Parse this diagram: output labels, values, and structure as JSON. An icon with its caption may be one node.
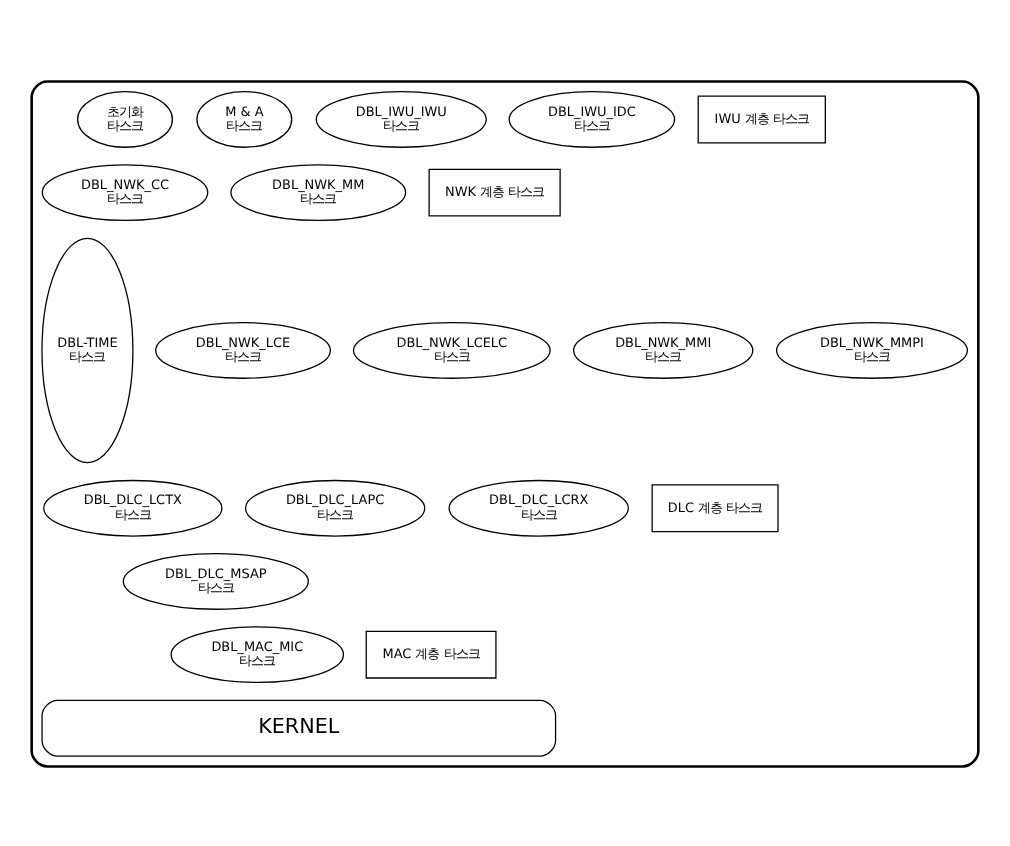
{
  "diagram": {
    "nodes": [
      {
        "text": [],
        "shape": "box"
      },
      {
        "text": [
          "초기화",
          "타스크"
        ],
        "in": 0
      },
      {
        "text": [
          "M & A",
          "타스크"
        ],
        "in": 0
      },
      {
        "text": [
          "DBL_IWU_IWU",
          "타스크"
        ],
        "in": 0
      },
      {
        "text": [
          "DBL_IWU_IDC",
          "타스크"
        ],
        "in": 0
      },
      {
        "text": [
          "IWU 계층 타스크"
        ],
        "in": 0
      },
      {
        "text": [
          "DBL-TIME",
          "타스크"
        ],
        "in": 0
      },
      {
        "text": [
          "DBL_NWK_CC",
          "타스크"
        ],
        "in": 0
      },
      {
        "text": [
          "DBL_NWK_MM",
          "타스크"
        ],
        "in": 0
      },
      {
        "text": [
          "NWK 계층 타스크"
        ],
        "in": 0
      },
      {
        "text": [
          "DBL_NWK_LCE",
          "타스크"
        ],
        "in": 0
      },
      {
        "text": [
          "DBL_NWK_LCELC",
          "타스크"
        ],
        "in": 0
      },
      {
        "text": [
          "DBL_NWK_MMI",
          "타스크"
        ],
        "in": 0
      },
      {
        "text": [
          "DBL_NWK_MMPI",
          "타스크"
        ],
        "in": 0
      },
      {
        "text": [
          "DBL_DLC_LCTX",
          "타스크"
        ],
        "in": 0
      },
      {
        "text": [
          "DBL_DLC_LAPC",
          "타스크"
        ],
        "in": 0
      },
      {
        "text": [
          "DBL_DLC_LCRX",
          "타스크"
        ],
        "in": 0
      },
      {
        "text": [
          "DLC 계층 타스크"
        ],
        "in": 0
      },
      {
        "text": [
          "DBL_DLC_MSAP",
          "타스크"
        ],
        "in": 0
      },
      {
        "text": [
          "DBL_MAC_MIC",
          "타스크"
        ],
        "in": 0
      },
      {
        "text": [
          "MAC 계층 타스크"
        ],
        "in": 0
      },
      {
        "text": [
          "KERNEL"
        ],
        "in": 0
      }
    ],
    "edges": []
  }
}
